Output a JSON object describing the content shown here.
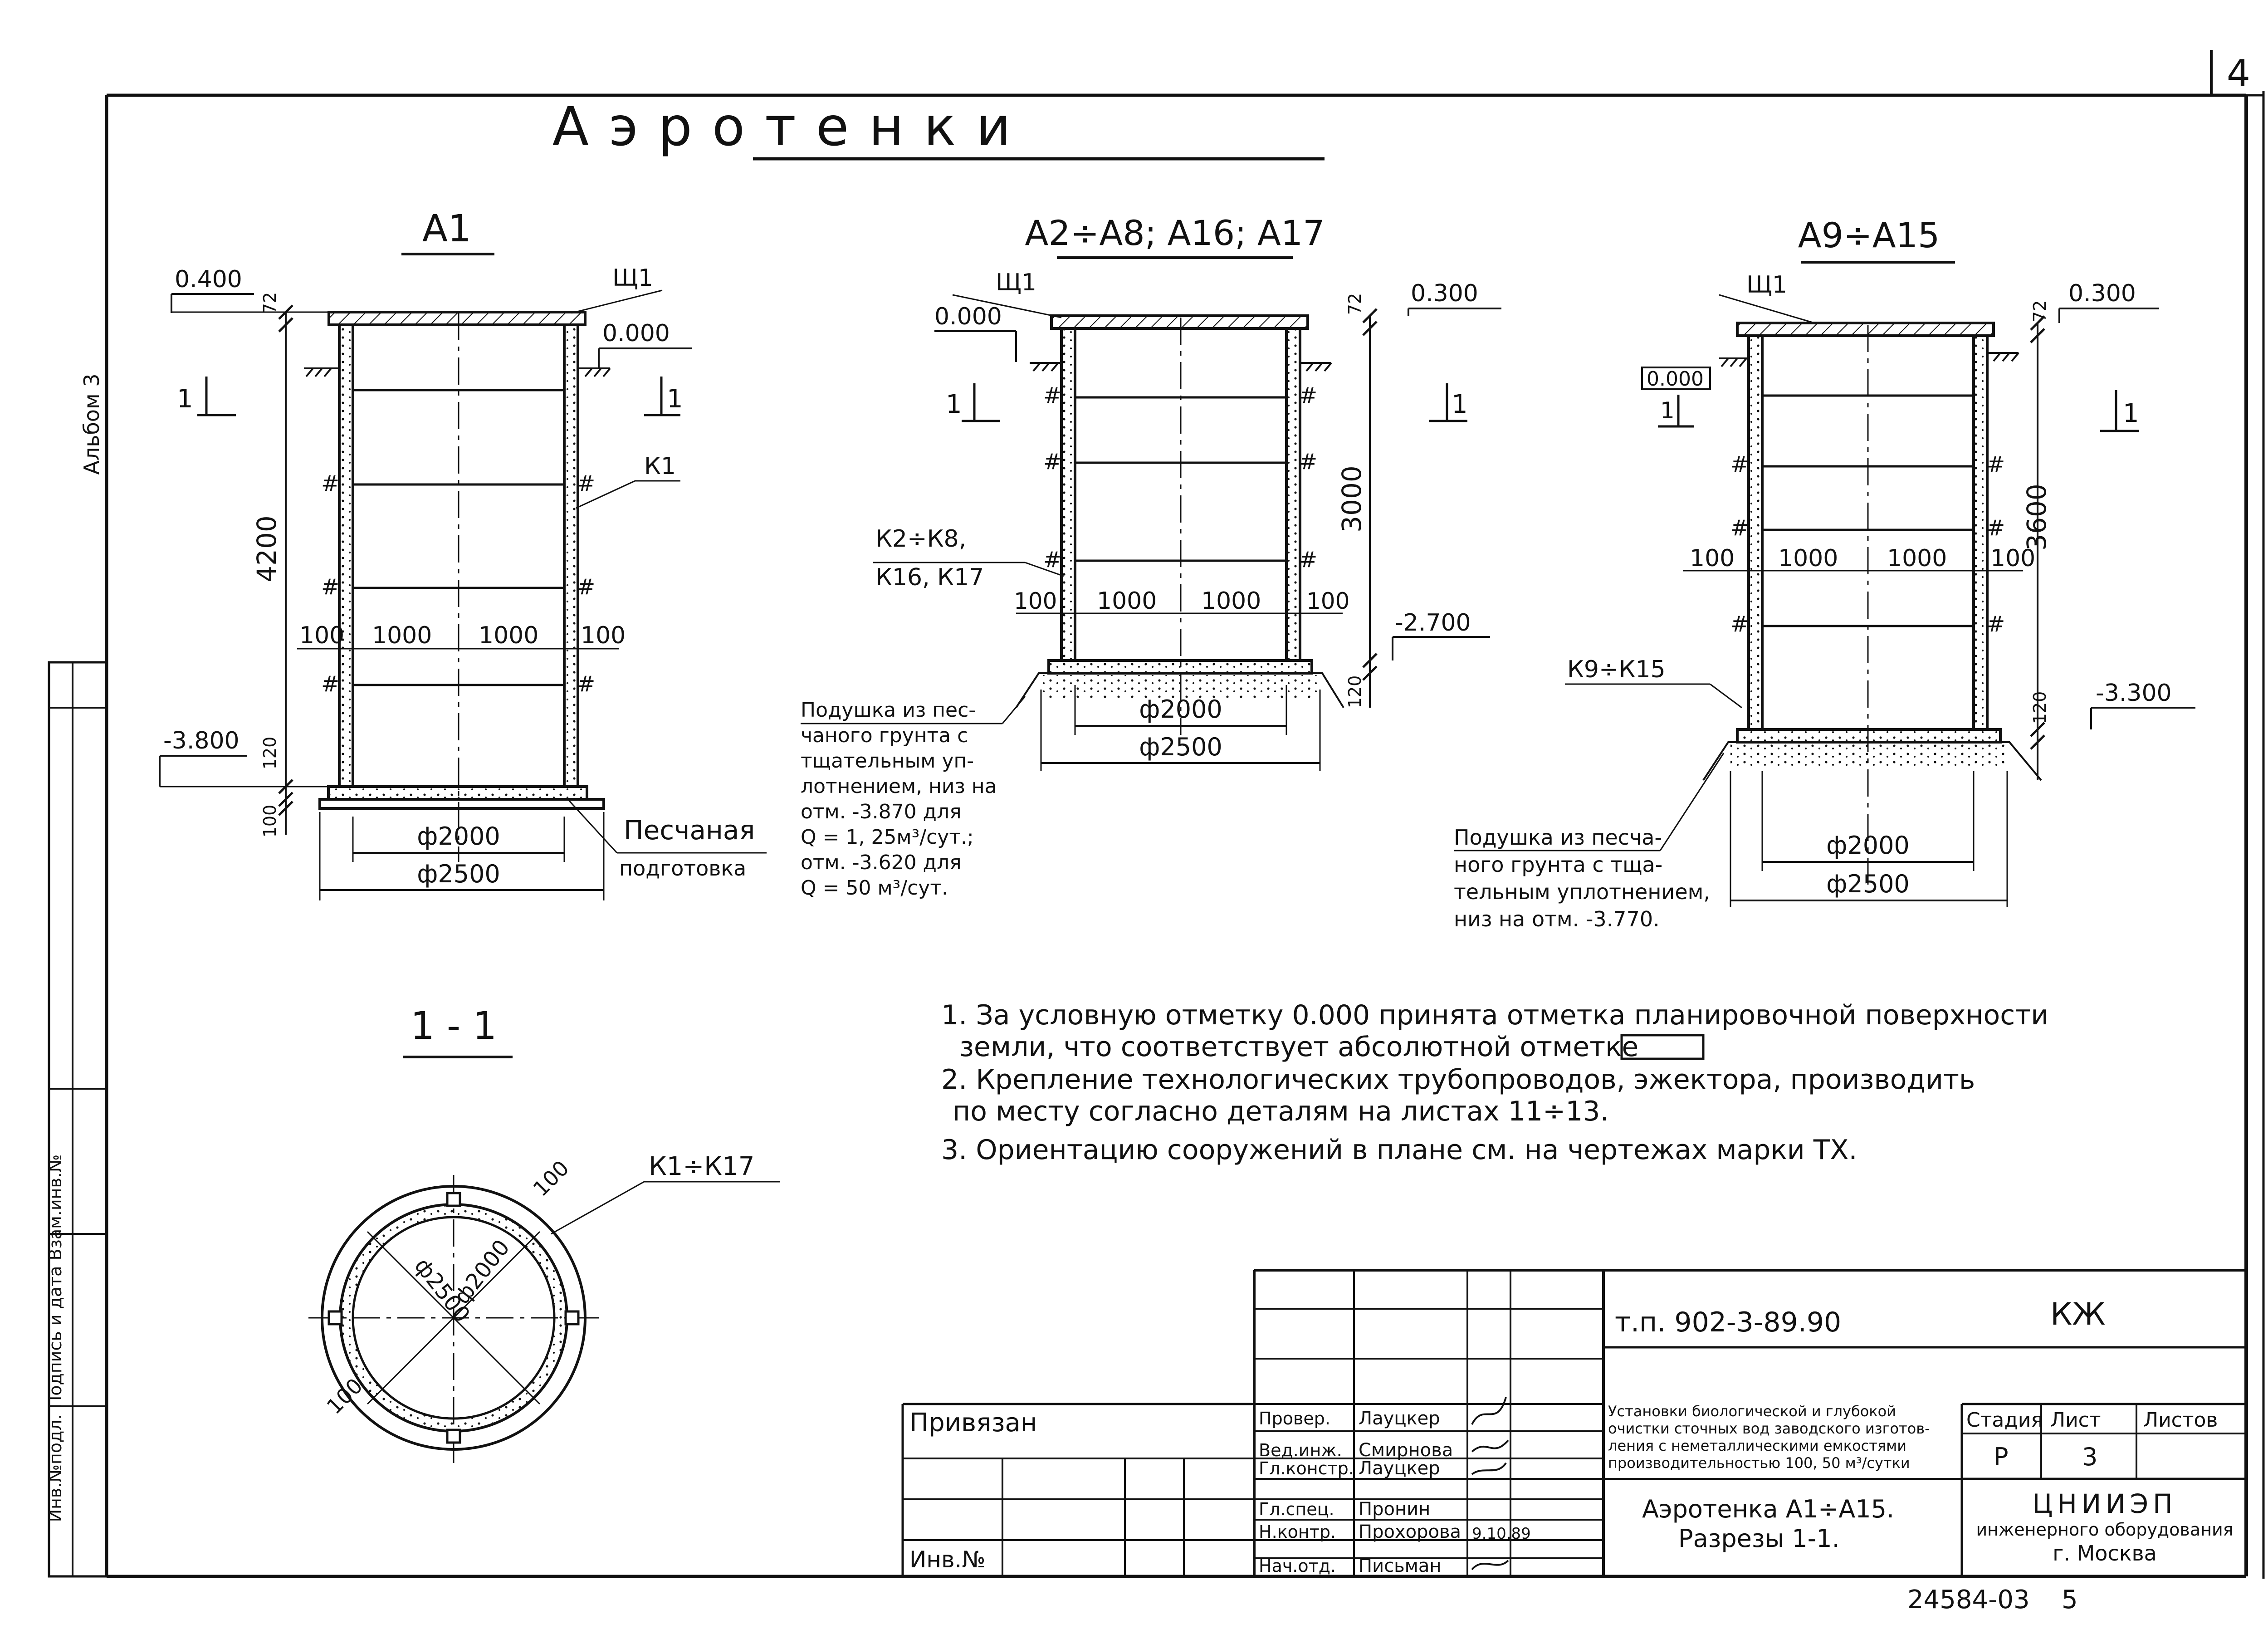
{
  "sheet_corner_number": "4",
  "album_label": "Альбом 3",
  "side_stamp_label": "Инв.№подл. Подпись и дата Взам.инв.№",
  "title": "Аэротенки",
  "views": [
    {
      "id": "a1",
      "name": "А1",
      "lid_label": "Щ1",
      "ring_label": "К1",
      "section_mark": "1",
      "top_level": "0.400",
      "ground_level": "0.000",
      "bottom_level": "-3.800",
      "height": "4200",
      "lid_thk": "72",
      "base_thk": "120",
      "prep_thk": "100",
      "wall": "100",
      "half_span": "1000",
      "inner_diam": "ф2000",
      "outer_diam": "ф2500",
      "bed_note": [
        "Песчаная",
        "подготовка"
      ]
    },
    {
      "id": "a2",
      "name": "А2÷А8; А16; А17",
      "lid_label": "Щ1",
      "ring_label": [
        "К2÷К8,",
        "К16, К17"
      ],
      "section_mark": "1",
      "top_level": "0.300",
      "ground_level": "0.000",
      "bottom_level": "-2.700",
      "height": "3000",
      "lid_thk": "72",
      "base_thk": "120",
      "wall": "100",
      "half_span": "1000",
      "inner_diam": "ф2000",
      "outer_diam": "ф2500",
      "bed_note": [
        "Подушка из пес-",
        "чаного грунта с",
        "тщательным уп-",
        "лотнением, низ на",
        "отм. -3.870 для",
        "Q = 1, 25м³/сут.;",
        "отм. -3.620 для",
        "Q = 50 м³/сут."
      ]
    },
    {
      "id": "a9",
      "name": "А9÷А15",
      "lid_label": "Щ1",
      "ring_label": "К9÷К15",
      "section_mark": "1",
      "top_level": "0.300",
      "ground_level": "0.000",
      "bottom_level": "-3.300",
      "height": "3600",
      "lid_thk": "72",
      "base_thk": "120",
      "wall": "100",
      "half_span": "1000",
      "inner_diam": "ф2000",
      "outer_diam": "ф2500",
      "bed_note": [
        "Подушка из песча-",
        "ного грунта с тща-",
        "тельным уплотнением,",
        "низ на отм. -3.770."
      ]
    }
  ],
  "section": {
    "name": "1 - 1",
    "ring_label": "К1÷К17",
    "wall_top": "100",
    "wall_bottom": "100",
    "outer_diam": "ф2500",
    "inner_diam": "ф2000"
  },
  "notes": [
    "1. За условную отметку 0.000 принята отметка планировочной поверхности",
    "земли, что соответствует абсолютной отметке",
    "2. Крепление технологических трубопроводов, эжектора, производить",
    "по месту согласно деталям на листах 11÷13.",
    "3. Ориентацию сооружений в плане см. на чертежах марки ТХ."
  ],
  "title_block": {
    "bound_label": "Привязан",
    "inv_label": "Инв.№",
    "project_code": "т.п. 902-3-89.90",
    "mark": "КЖ",
    "project_desc": [
      "Установки биологической и глубокой",
      "очистки сточных вод заводского изготов-",
      "ления с неметаллическими емкостями",
      "производительностью 100, 50 м³/сутки"
    ],
    "stage_label": "Стадия",
    "sheet_label": "Лист",
    "sheets_label": "Листов",
    "stage": "Р",
    "sheet": "3",
    "sheets": "",
    "sheet_title": [
      "Аэротенка А1÷А15.",
      "Разрезы 1-1."
    ],
    "org": [
      "ЦНИИЭП",
      "инженерного оборудования",
      "г. Москва"
    ],
    "signatures": [
      {
        "role": "Провер.",
        "name": "Лауцкер"
      },
      {
        "role": "Вед.инж.",
        "name": "Смирнова"
      },
      {
        "role": "Гл.констр.",
        "name": "Лауцкер"
      },
      {
        "role": "Гл.спец.",
        "name": "Пронин"
      },
      {
        "role": "Н.контр.",
        "name": "Прохорова"
      },
      {
        "role": "Нач.отд.",
        "name": "Письман"
      }
    ],
    "sign_date": "9.10.89"
  },
  "archive_number": "24584-03",
  "page_number": "5"
}
